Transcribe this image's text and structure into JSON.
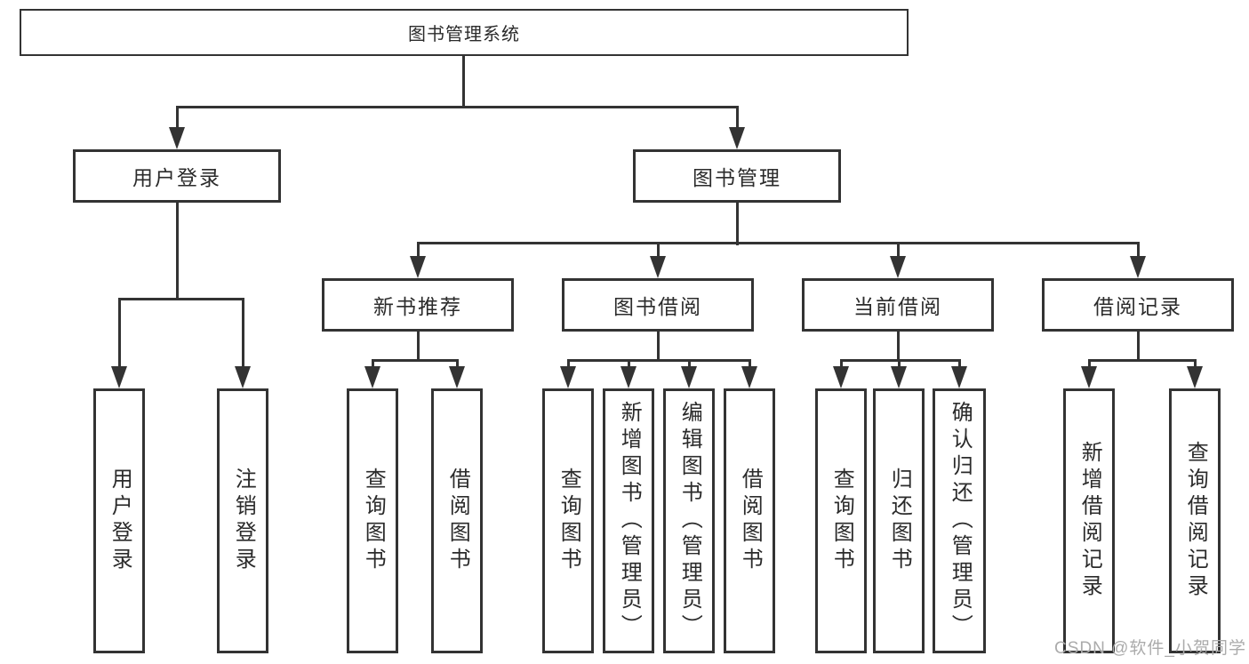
{
  "diagram": {
    "root": {
      "label": "图书管理系统"
    },
    "branches": [
      {
        "label": "用户登录",
        "leaves": [
          "用户登录",
          "注销登录"
        ]
      },
      {
        "label": "图书管理",
        "children": [
          {
            "label": "新书推荐",
            "leaves": [
              "查询图书",
              "借阅图书"
            ]
          },
          {
            "label": "图书借阅",
            "leaves": [
              "查询图书",
              "新增图书（管理员）",
              "编辑图书（管理员）",
              "借阅图书"
            ]
          },
          {
            "label": "当前借阅",
            "leaves": [
              "查询图书",
              "归还图书",
              "确认归还（管理员）"
            ]
          },
          {
            "label": "借阅记录",
            "leaves": [
              "新增借阅记录",
              "查询借阅记录"
            ]
          }
        ]
      }
    ]
  },
  "watermark": "CSDN @软件_小贺同学",
  "colors": {
    "line": "#333333",
    "text": "#2b2b2b",
    "box_background": "#ffffff",
    "page_background": "#ffffff",
    "watermark": "#ababab"
  }
}
